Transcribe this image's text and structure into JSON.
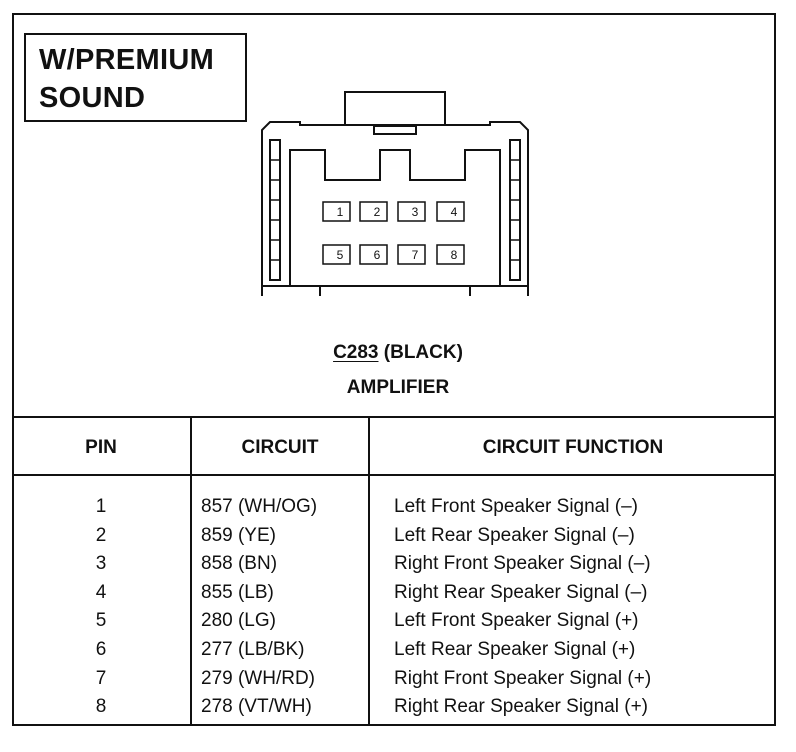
{
  "title": {
    "line1": "W/PREMIUM",
    "line2": "SOUND"
  },
  "connector": {
    "id": "C283",
    "color_label": "(BLACK)",
    "component": "AMPLIFIER",
    "pin_labels_top": [
      "1",
      "2",
      "3",
      "4"
    ],
    "pin_labels_bottom": [
      "5",
      "6",
      "7",
      "8"
    ]
  },
  "table": {
    "headers": {
      "pin": "PIN",
      "circuit": "CIRCUIT",
      "function": "CIRCUIT FUNCTION"
    },
    "rows": [
      {
        "pin": "1",
        "circuit": "857 (WH/OG)",
        "function": "Left Front Speaker Signal (–)"
      },
      {
        "pin": "2",
        "circuit": "859 (YE)",
        "function": "Left Rear Speaker Signal (–)"
      },
      {
        "pin": "3",
        "circuit": "858 (BN)",
        "function": "Right Front Speaker Signal (–)"
      },
      {
        "pin": "4",
        "circuit": "855 (LB)",
        "function": "Right Rear Speaker Signal (–)"
      },
      {
        "pin": "5",
        "circuit": "280 (LG)",
        "function": "Left Front Speaker Signal (+)"
      },
      {
        "pin": "6",
        "circuit": "277 (LB/BK)",
        "function": "Left Rear Speaker Signal (+)"
      },
      {
        "pin": "7",
        "circuit": "279 (WH/RD)",
        "function": "Right Front Speaker Signal (+)"
      },
      {
        "pin": "8",
        "circuit": "278 (VT/WH)",
        "function": "Right Rear Speaker Signal (+)"
      }
    ]
  }
}
